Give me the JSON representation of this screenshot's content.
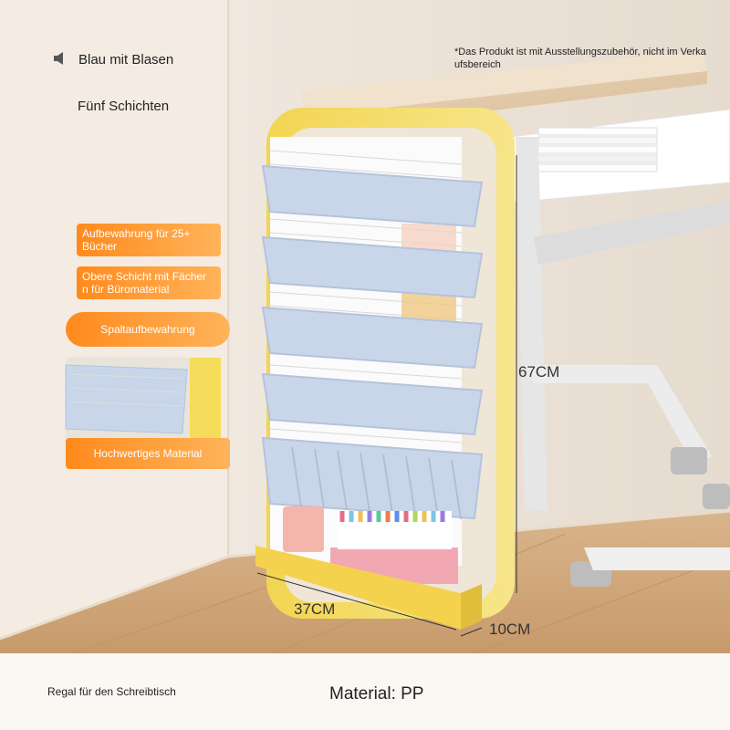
{
  "header": {
    "color_option": "Blau mit Blasen",
    "layers": "Fünf Schichten",
    "disclaimer": "*Das Produkt ist mit Ausstellungszubehör, nicht im Verkaufsbereich"
  },
  "features": [
    "Aufbewahrung für 25+ Bücher",
    "Obere Schicht mit Fächern für Büromaterial",
    "Spaltaufbewahrung",
    "Hochwertiges Material"
  ],
  "dimensions": {
    "height": "67CM",
    "width": "37CM",
    "depth": "10CM"
  },
  "footer": {
    "product_name": "Regal für den Schreibtisch",
    "material": "Material: PP"
  },
  "colors": {
    "accent_orange": "#ff8a1c",
    "frame_yellow": "#f5dc5a",
    "shelf_blue": "#c9d6ea"
  },
  "icons": [
    "speaker-icon"
  ]
}
